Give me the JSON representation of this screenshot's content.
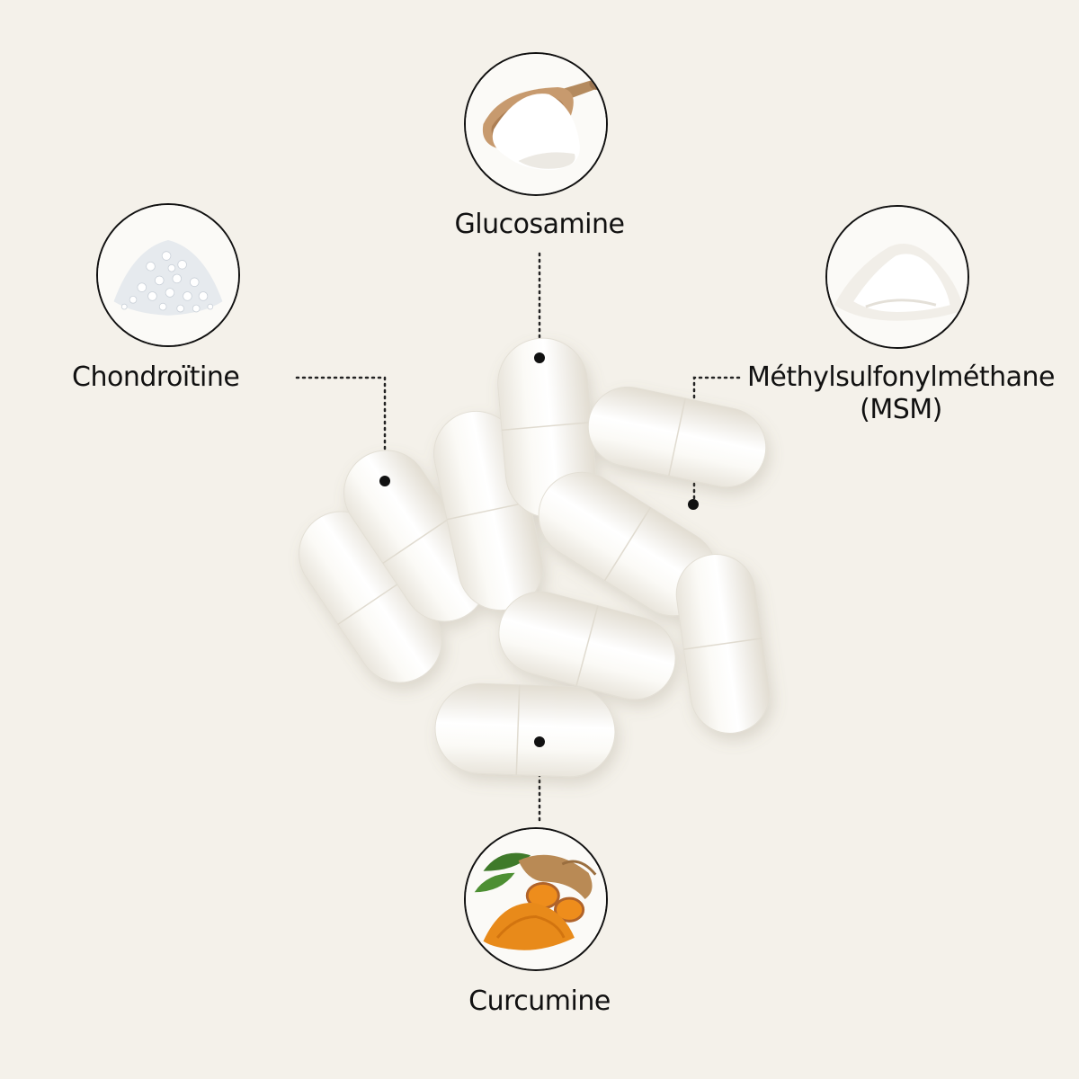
{
  "ingredients": {
    "glucosamine": {
      "name": "Glucosamine",
      "image": "powder-on-wooden-spoon"
    },
    "chondroitine": {
      "name": "Chondroïtine",
      "image": "crystalline-granules"
    },
    "msm": {
      "name_line1": "Méthylsulfonylméthane",
      "name_line2": "(MSM)",
      "image": "white-powder-pile"
    },
    "curcumine": {
      "name": "Curcumine",
      "image": "turmeric-root-and-powder"
    }
  },
  "colors": {
    "background": "#f4f1ea",
    "capsule": "#f7f5ef",
    "outline": "#111111",
    "turmeric": "#e88a1a"
  }
}
